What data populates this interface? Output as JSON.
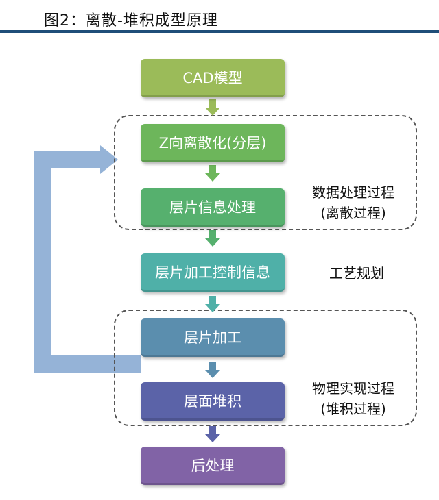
{
  "title": "图2：离散-堆积成型原理",
  "steps": [
    {
      "label": "CAD模型",
      "color": "#9bbb59"
    },
    {
      "label": "Z向离散化(分层)",
      "color": "#6db65b"
    },
    {
      "label": "层片信息处理",
      "color": "#56b06e"
    },
    {
      "label": "层片加工控制信息",
      "color": "#4fb0a8"
    },
    {
      "label": "层片加工",
      "color": "#5b8eae"
    },
    {
      "label": "层面堆积",
      "color": "#5b63a8"
    },
    {
      "label": "后处理",
      "color": "#8163a6"
    }
  ],
  "annotations": {
    "data_processing": {
      "line1": "数据处理过程",
      "line2": "(离散过程)"
    },
    "process_planning": "工艺规划",
    "physical_realization": {
      "line1": "物理实现过程",
      "line2": "(堆积过程)"
    }
  },
  "colors": {
    "feedback_arrow": "#95b3d7",
    "rule": "#1f4e79"
  }
}
